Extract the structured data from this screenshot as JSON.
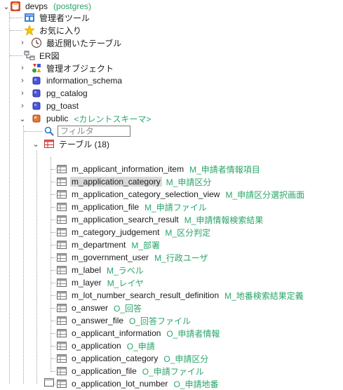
{
  "tree": {
    "root": {
      "name": "devps",
      "note": "(postgres)"
    },
    "top_items": [
      {
        "label": "管理者ツール",
        "icon": "admin-tools-icon"
      },
      {
        "label": "お気に入り",
        "icon": "star-icon"
      },
      {
        "label": "最近開いたテーブル",
        "icon": "clock-icon"
      },
      {
        "label": "ER図",
        "icon": "er-diagram-icon"
      },
      {
        "label": "管理オブジェクト",
        "icon": "objects-icon"
      }
    ],
    "schemas": [
      {
        "label": "information_schema"
      },
      {
        "label": "pg_catalog"
      },
      {
        "label": "pg_toast"
      }
    ],
    "public": {
      "label": "public",
      "note": "<カレントスキーマ>"
    },
    "filter": {
      "placeholder": "フィルタ"
    },
    "tables_node": {
      "label": "テーブル (18)"
    },
    "tables": [
      {
        "name": "m_applicant_information_item",
        "comment": "M_申請者情報項目"
      },
      {
        "name": "m_application_category",
        "comment": "M_申請区分",
        "selected": true
      },
      {
        "name": "m_application_category_selection_view",
        "comment": "M_申請区分選択画面"
      },
      {
        "name": "m_application_file",
        "comment": "M_申請ファイル"
      },
      {
        "name": "m_application_search_result",
        "comment": "M_申請情報検索結果"
      },
      {
        "name": "m_category_judgement",
        "comment": "M_区分判定"
      },
      {
        "name": "m_department",
        "comment": "M_部署"
      },
      {
        "name": "m_government_user",
        "comment": "M_行政ユーザ"
      },
      {
        "name": "m_label",
        "comment": "M_ラベル"
      },
      {
        "name": "m_layer",
        "comment": "M_レイヤ"
      },
      {
        "name": "m_lot_number_search_result_definition",
        "comment": "M_地番検索結果定義"
      },
      {
        "name": "o_answer",
        "comment": "O_回答"
      },
      {
        "name": "o_answer_file",
        "comment": "O_回答ファイル"
      },
      {
        "name": "o_applicant_information",
        "comment": "O_申請者情報"
      },
      {
        "name": "o_application",
        "comment": "O_申請"
      },
      {
        "name": "o_application_category",
        "comment": "O_申請区分"
      },
      {
        "name": "o_application_file",
        "comment": "O_申請ファイル"
      },
      {
        "name": "o_application_lot_number",
        "comment": "O_申請地番"
      }
    ],
    "colors": {
      "comment": "#2aa56a",
      "selected_bg": "#d9d9d9",
      "tree_line": "#a0a0a0"
    }
  }
}
